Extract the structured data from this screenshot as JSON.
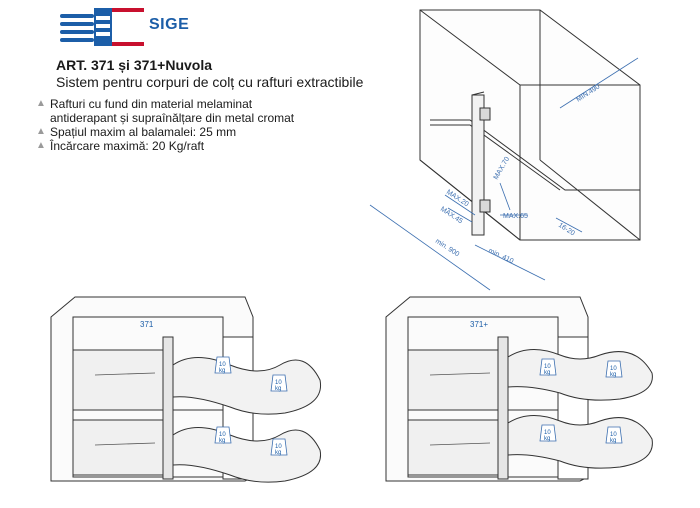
{
  "brand": {
    "name": "SIGE"
  },
  "product": {
    "title": "ART. 371 și 371+Nuvola",
    "subtitle": "Sistem pentru corpuri de colț cu rafturi extractibile"
  },
  "features": [
    {
      "line1": "Rafturi cu fund din material melaminat",
      "line2": "antiderapant și supraînălțare din metal cromat"
    },
    {
      "line1": "Spațiul maxim al balamalei: 25 mm",
      "line2": ""
    },
    {
      "line1": "Încărcare maximă: 20 Kg/raft",
      "line2": ""
    }
  ],
  "dimensions": {
    "min_490": "MIN.490",
    "max_70": "MAX.70",
    "max_20": "MAX.20",
    "max_45": "MAX.45",
    "max_65": "MAX.65",
    "r16_20": "16-20",
    "min_900": "min. 900",
    "min_410": "min. 410"
  },
  "models": {
    "left_label": "371",
    "right_label": "371+"
  },
  "weights": {
    "num": "10",
    "unit": "kg"
  }
}
